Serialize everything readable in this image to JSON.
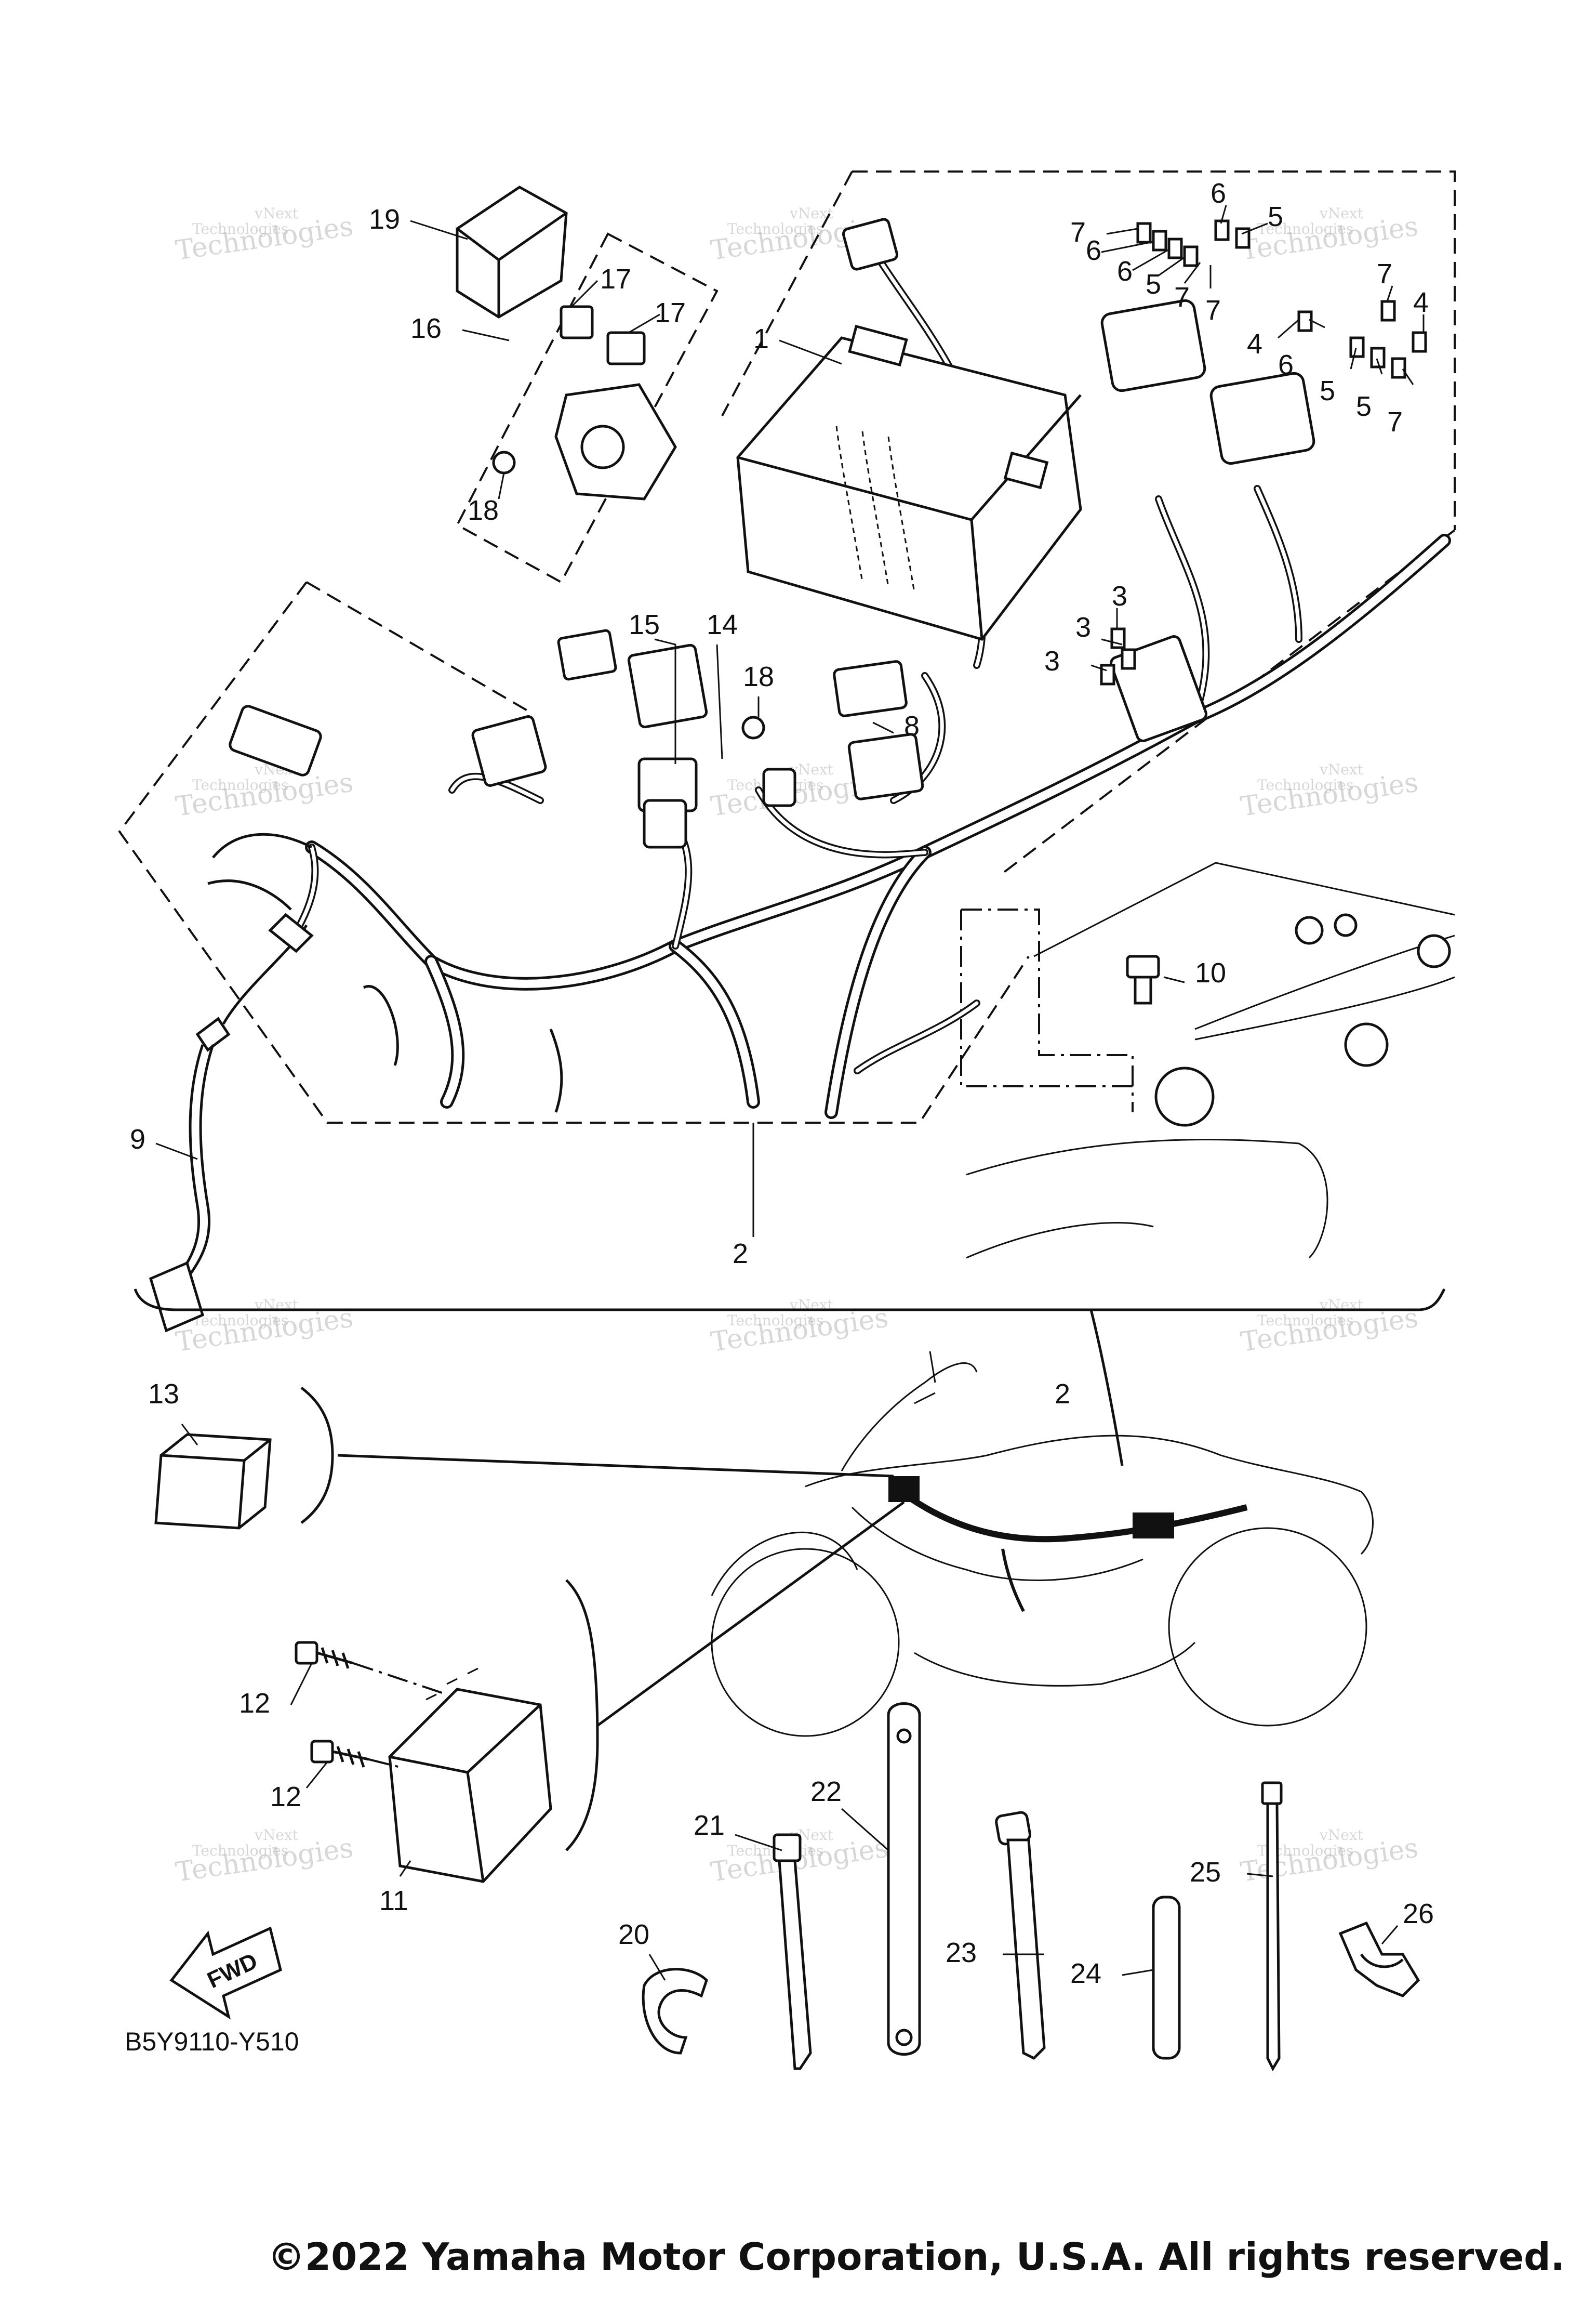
{
  "diagram": {
    "part_code": "B5Y9110-Y510",
    "copyright": "©2022 Yamaha Motor Corporation, U.S.A. All rights reserved.",
    "fwd_label": "FWD",
    "watermark": {
      "line1": "vNext",
      "line2": "Technologies",
      "big": "Technologies"
    },
    "callouts": {
      "c1": "1",
      "c2a": "2",
      "c2b": "2",
      "c3a": "3",
      "c3b": "3",
      "c3c": "3",
      "c4a": "4",
      "c4b": "4",
      "c5a": "5",
      "c5b": "5",
      "c5c": "5",
      "c5d": "5",
      "c6a": "6",
      "c6b": "6",
      "c6c": "6",
      "c6d": "6",
      "c7a": "7",
      "c7b": "7",
      "c7c": "7",
      "c7d": "7",
      "c7e": "7",
      "c8": "8",
      "c9": "9",
      "c10": "10",
      "c11": "11",
      "c12a": "12",
      "c12b": "12",
      "c13": "13",
      "c14": "14",
      "c15": "15",
      "c16": "16",
      "c17a": "17",
      "c17b": "17",
      "c18a": "18",
      "c18b": "18",
      "c19": "19",
      "c20": "20",
      "c21": "21",
      "c22": "22",
      "c23": "23",
      "c24": "24",
      "c25": "25",
      "c26": "26"
    }
  }
}
